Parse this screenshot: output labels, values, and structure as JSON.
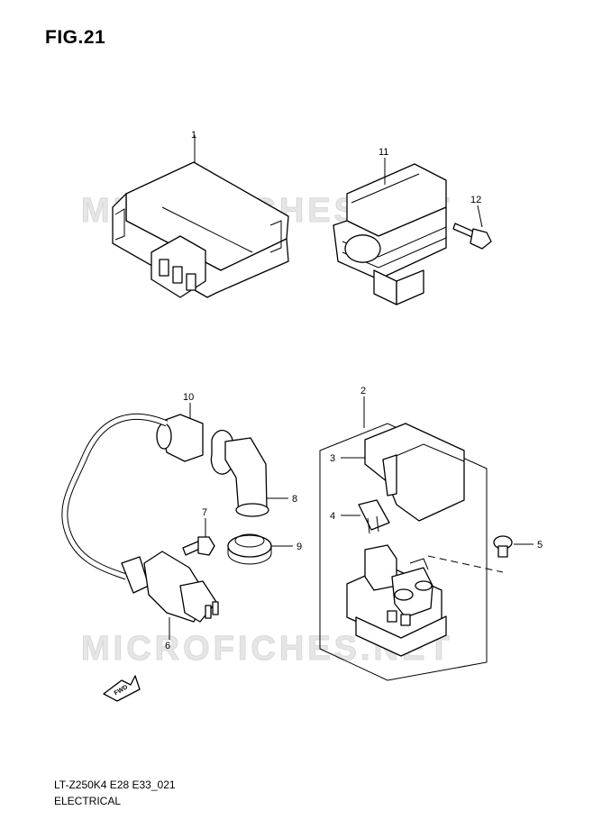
{
  "figure": {
    "title": "FIG.21",
    "model_code": "LT-Z250K4 E28 E33_021",
    "section": "ELECTRICAL"
  },
  "watermark": {
    "text": "MICROFICHES.NET"
  },
  "fwd_label": "FWD",
  "callouts": [
    {
      "number": "1"
    },
    {
      "number": "2"
    },
    {
      "number": "3"
    },
    {
      "number": "4"
    },
    {
      "number": "5"
    },
    {
      "number": "6"
    },
    {
      "number": "7"
    },
    {
      "number": "8"
    },
    {
      "number": "9"
    },
    {
      "number": "10"
    },
    {
      "number": "11"
    },
    {
      "number": "12"
    }
  ]
}
